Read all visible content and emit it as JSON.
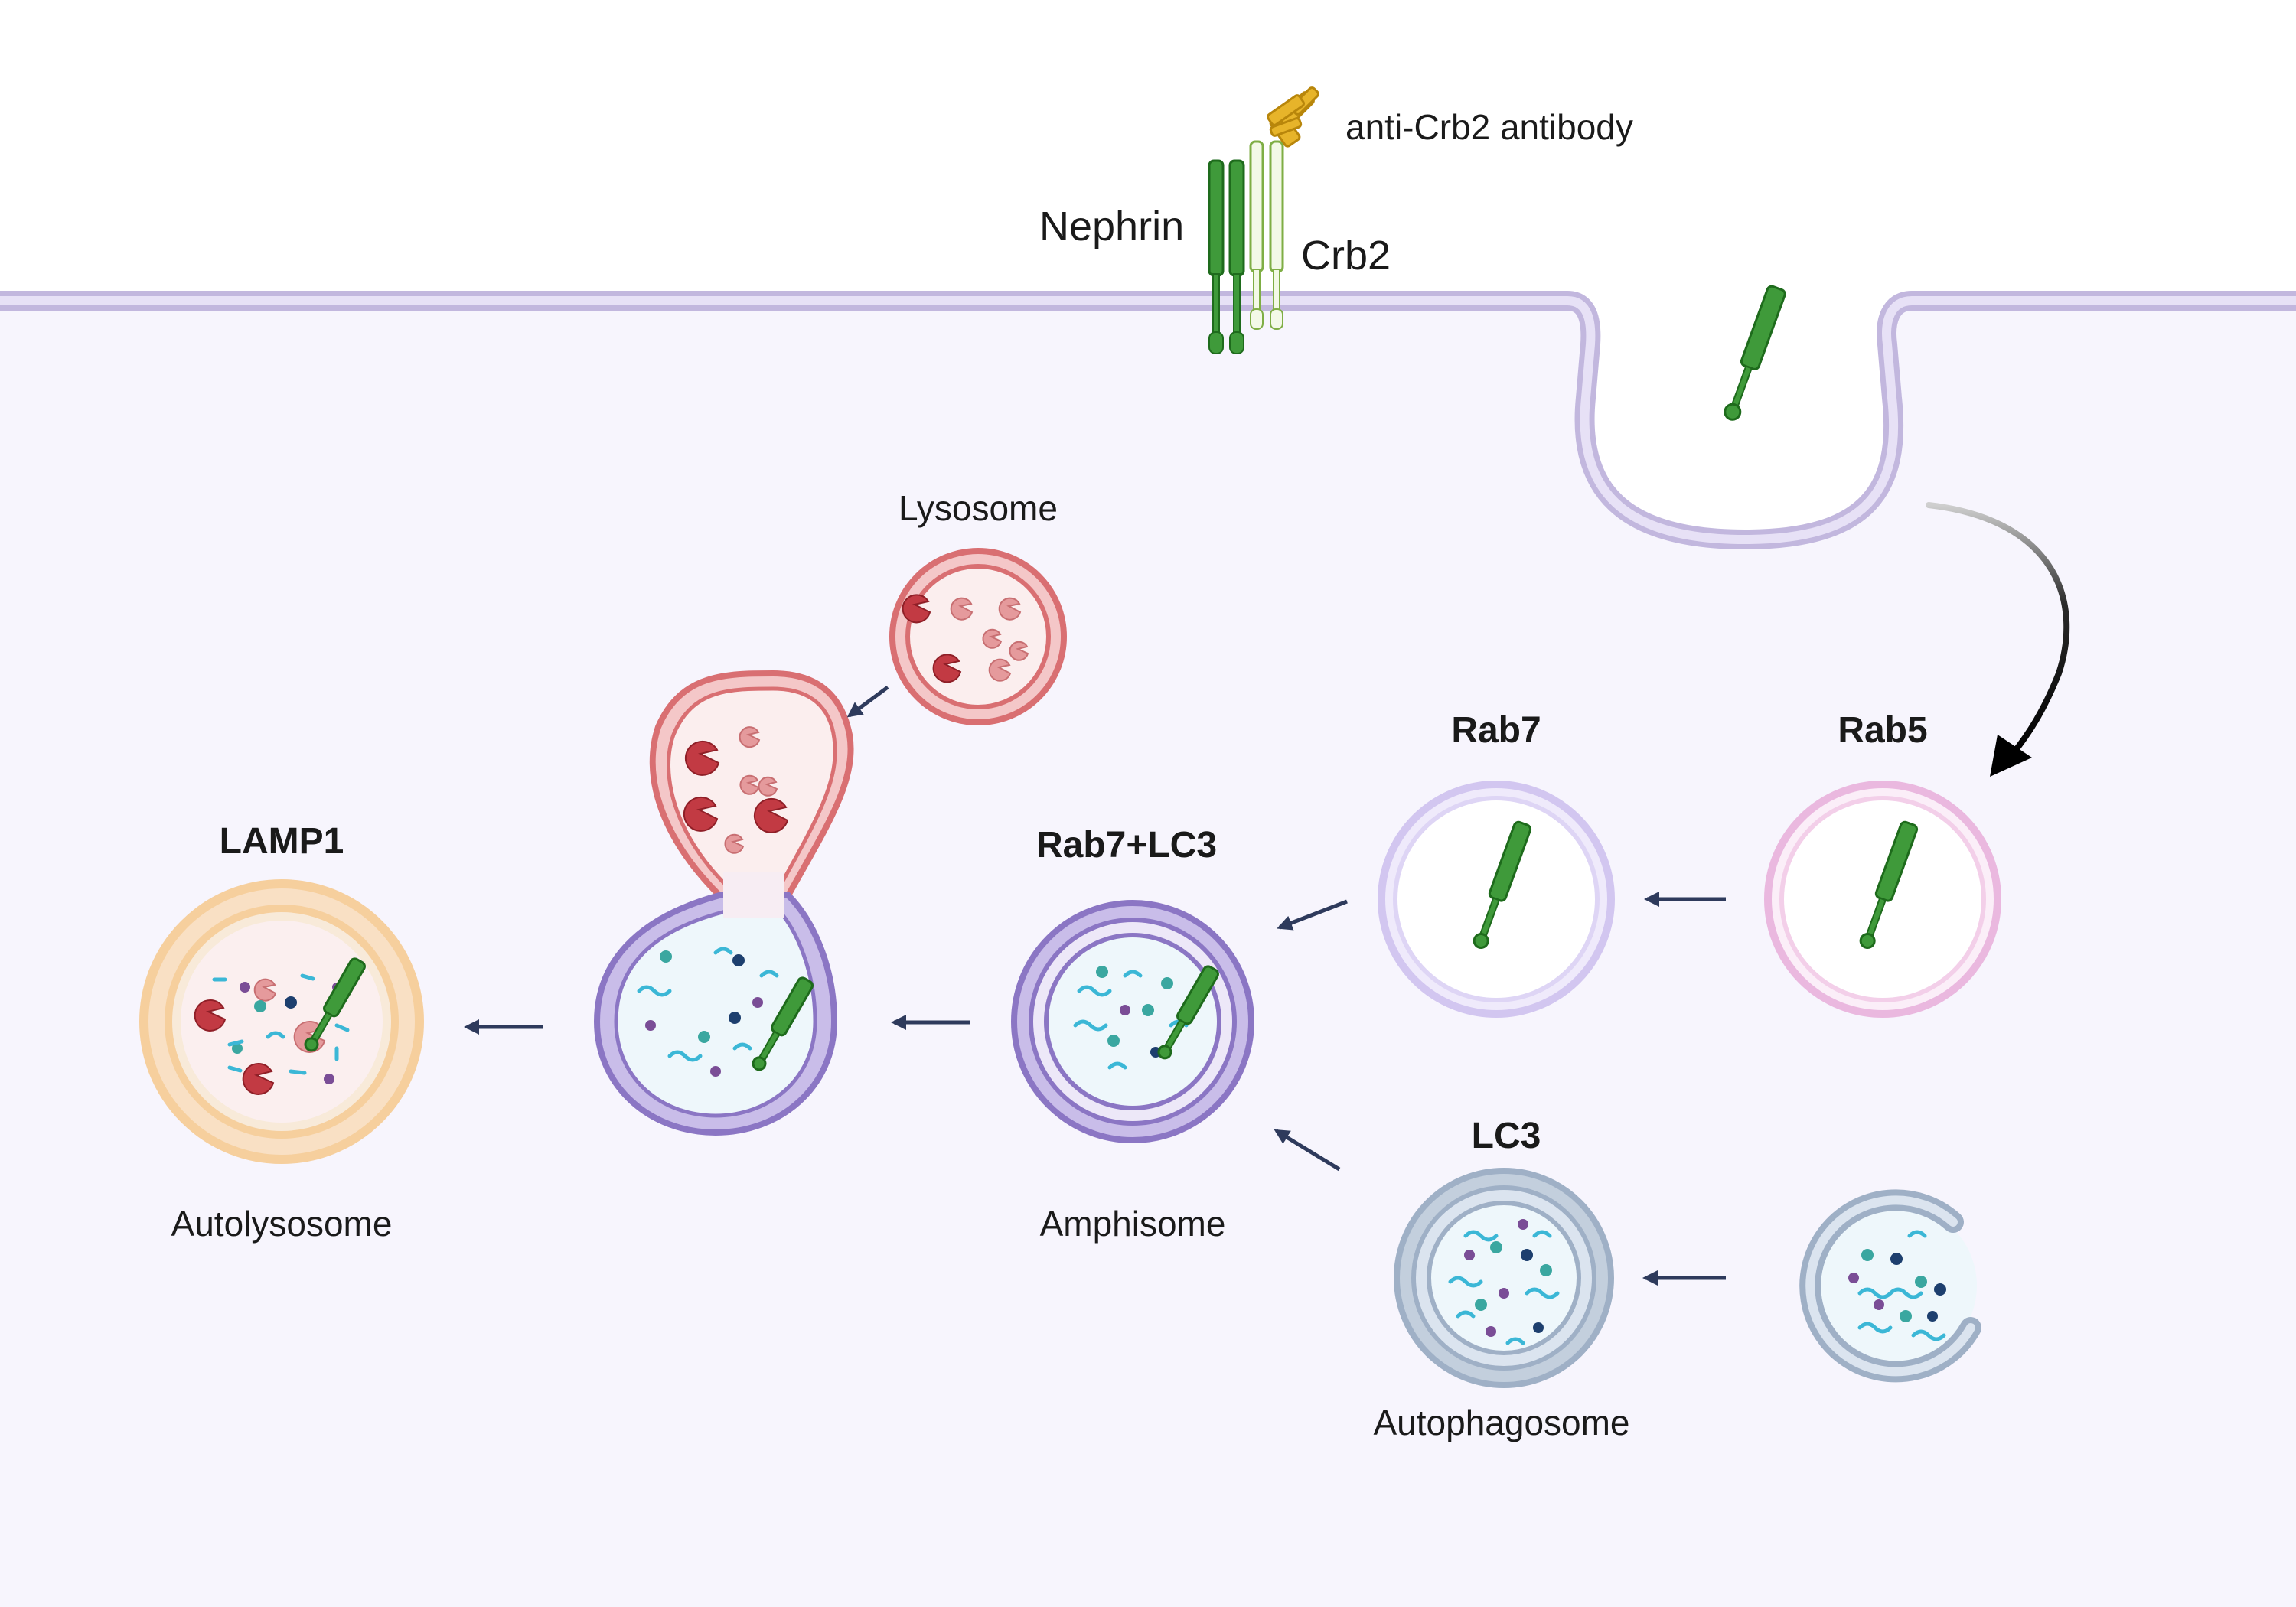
{
  "labels": {
    "anti_crb2": "anti-Crb2 antibody",
    "nephrin": "Nephrin",
    "crb2": "Crb2",
    "lysosome": "Lysosome",
    "rab5": "Rab5",
    "rab7": "Rab7",
    "rab7_lc3": "Rab7+LC3",
    "lamp1": "LAMP1",
    "lc3": "LC3",
    "autolysosome": "Autolysosome",
    "amphisome": "Amphisome",
    "autophagosome": "Autophagosome"
  },
  "colors": {
    "cytoplasm": "#f7f5fd",
    "membrane": "#c9bfe3",
    "nephrin_green": "#3f9a3a",
    "crb2_light_green": "#c6df9c",
    "antibody_gold": "#d9a21c",
    "rab5_pink": "#eab8df",
    "rab7_lilac": "#cfc3ef",
    "amphisome_purple": "#8b76c4",
    "lysosome_red": "#d96f72",
    "enzyme_red": "#c23a43",
    "lamp1_orange": "#f6cf9d",
    "lc3_gray": "#9fb0c6",
    "cyan_fragment": "#3bb7d6",
    "arrow_navy": "#2e3a5c"
  },
  "icons": [
    "antibody-icon",
    "receptor-icon",
    "lysozyme-icon",
    "pacman-enzyme-icon",
    "curved-arrow-icon",
    "straight-arrow-icon"
  ]
}
